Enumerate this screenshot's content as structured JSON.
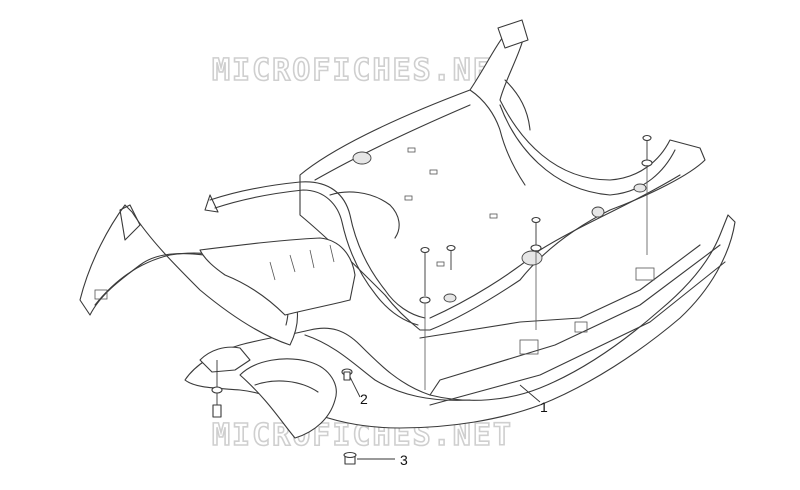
{
  "watermark": {
    "text": "MICROFICHES.NET"
  },
  "callouts": [
    {
      "id": "1",
      "label": "1"
    },
    {
      "id": "2",
      "label": "2"
    },
    {
      "id": "3",
      "label": "3"
    }
  ],
  "colors": {
    "line": "#3a3a3a",
    "watermark": "#cfcfcf",
    "background": "#ffffff"
  }
}
